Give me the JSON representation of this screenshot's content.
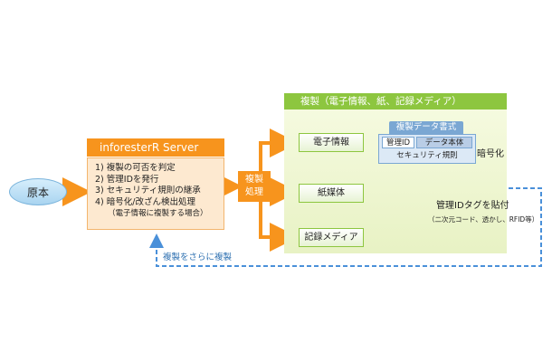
{
  "original": {
    "label": "原本"
  },
  "server": {
    "title": "inforesterR Server",
    "steps": [
      "1) 複製の可否を判定",
      "2) 管理IDを発行",
      "3) セキュリティ規則の継承",
      "4) 暗号化/改ざん検出処理"
    ],
    "note": "（電子情報に複製する場合）"
  },
  "process": {
    "label_line1": "複製",
    "label_line2": "処理"
  },
  "duplicate": {
    "title": "複製（電子情報、紙、記録メディア）",
    "media": [
      "電子情報",
      "紙媒体",
      "記録メディア"
    ]
  },
  "format": {
    "title": "複製データ書式",
    "id_cell": "管理ID",
    "body_cell": "データ本体",
    "rule": "セキュリティ規則"
  },
  "encrypt_label": "暗号化",
  "tag": {
    "label": "管理IDタグを貼付",
    "sub": "（二次元コード、透かし、RFID等）"
  },
  "loop_label": "複製をさらに複製",
  "colors": {
    "orange": "#f7941d",
    "green": "#8dc63f",
    "blue": "#7aa7d3",
    "loop": "#4a90d9"
  }
}
